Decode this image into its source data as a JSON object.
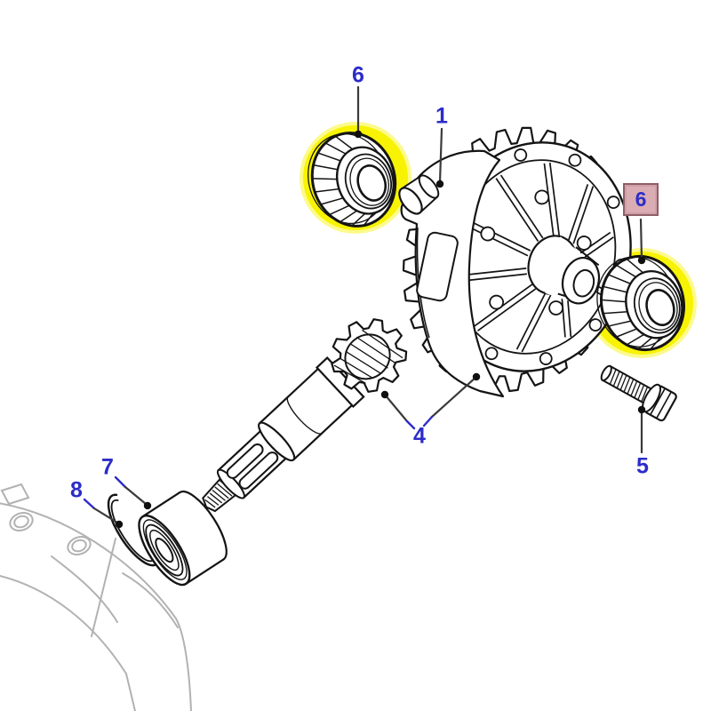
{
  "diagram": {
    "kind": "exploded-parts-diagram",
    "subject": "Differential crown wheel, pinion shaft and bearings",
    "colors": {
      "background": "#ffffff",
      "line": "#141414",
      "ghost_line": "#b2b2b2",
      "label_blue": "#2c2cc9",
      "highlight_yellow": "#f8f303",
      "flag_fill": "#d9adb3",
      "flag_border": "#8d5f66",
      "leader": "#3a3a3a"
    },
    "callouts": [
      {
        "label": "1",
        "part": "differential-crown-wheel-assembly",
        "highlighted": false,
        "flagged": false
      },
      {
        "label": "4",
        "part": "pinion-shaft",
        "highlighted": false,
        "flagged": false
      },
      {
        "label": "5",
        "part": "bolt",
        "highlighted": false,
        "flagged": false
      },
      {
        "label": "6",
        "part": "bearing-upper-left",
        "highlighted": true,
        "flagged": false
      },
      {
        "label": "6",
        "part": "bearing-right",
        "highlighted": true,
        "flagged": true
      },
      {
        "label": "7",
        "part": "pinion-bearing",
        "highlighted": false,
        "flagged": false
      },
      {
        "label": "8",
        "part": "shim-ring",
        "highlighted": false,
        "flagged": false
      }
    ]
  }
}
